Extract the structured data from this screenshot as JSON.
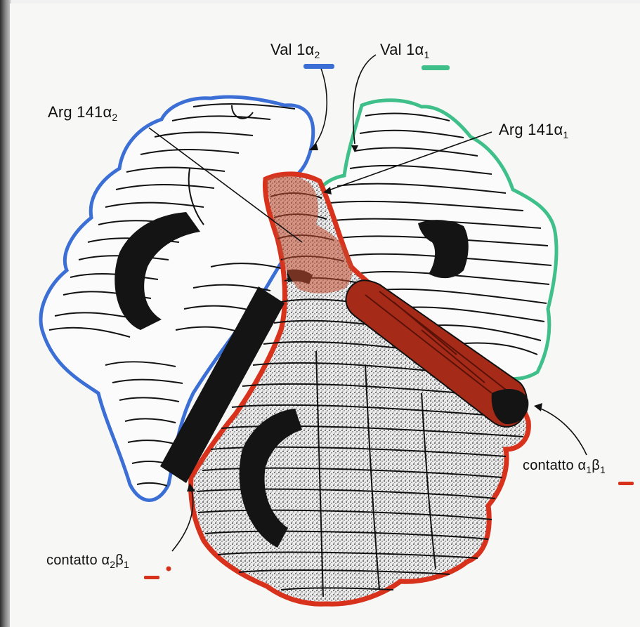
{
  "labels": {
    "val1a2": {
      "main": "Val 1α",
      "sub": "2"
    },
    "val1a1": {
      "main": "Val 1α",
      "sub": "1"
    },
    "arg141a2": {
      "main": "Arg 141α",
      "sub": "2"
    },
    "arg141a1": {
      "main": "Arg 141α",
      "sub": "1"
    },
    "contact_a1b1": {
      "main": "contatto α",
      "sub1": "1",
      "mid": "β",
      "sub2": "1"
    },
    "contact_a2b1": {
      "main": "contatto α",
      "sub1": "2",
      "mid": "β",
      "sub2": "1"
    }
  },
  "colors": {
    "alpha2_outline": "#3b6fd6",
    "alpha1_outline": "#3fbf8a",
    "beta1_outline": "#d8321c",
    "helix_fill": "#a52a18",
    "heme": "#141414"
  },
  "icons": [
    "blue-marker-underline",
    "green-marker-underline",
    "red-marker-underline",
    "red-dot"
  ]
}
